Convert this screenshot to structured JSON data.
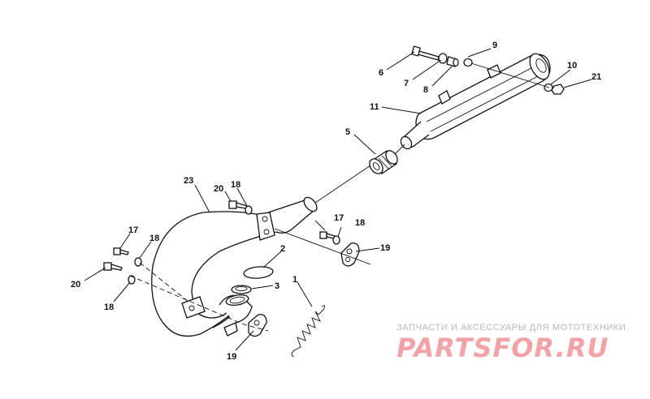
{
  "callouts": {
    "p1": "1",
    "p2": "2",
    "p3": "3",
    "p5": "5",
    "p6": "6",
    "p7": "7",
    "p8": "8",
    "p9": "9",
    "p10": "10",
    "p11": "11",
    "p17a": "17",
    "p17b": "17",
    "p18a": "18",
    "p18b": "18",
    "p18c": "18",
    "p18d": "18",
    "p19a": "19",
    "p19b": "19",
    "p20a": "20",
    "p20b": "20",
    "p21": "21",
    "p23": "23"
  },
  "watermark": {
    "tagline": "ЗАПЧАСТИ И АКСЕССУАРЫ ДЛЯ МОТОТЕХНИКИ",
    "logo": "PARTSFOR.RU",
    "color": "#f2a3a8"
  }
}
